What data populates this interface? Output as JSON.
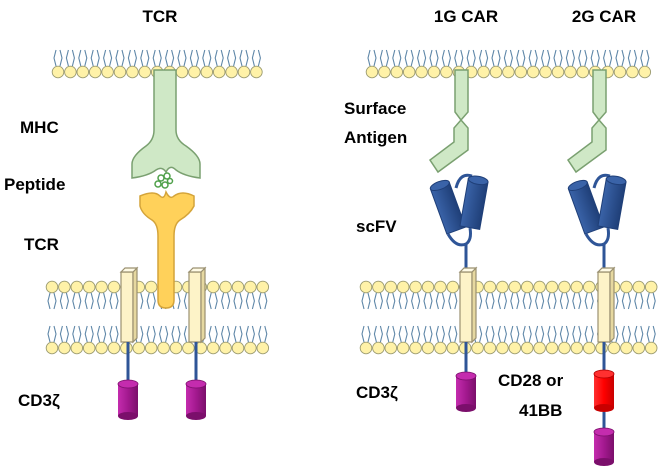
{
  "labels": {
    "tcr_title": "TCR",
    "car1_title": "1G CAR",
    "car2_title": "2G CAR",
    "mhc": "MHC",
    "peptide": "Peptide",
    "tcr_side": "TCR",
    "cd3_left": "CD3ζ",
    "surface_line1": "Surface",
    "surface_line2": "Antigen",
    "scfv": "scFV",
    "cd3_right": "CD3ζ",
    "cd28_line1": "CD28 or",
    "cd28_line2": "41BB"
  },
  "colors": {
    "lipid_head": "#fff2a8",
    "lipid_stroke": "#9a9a70",
    "lipid_tail": "#5f87a8",
    "mhc_green": "#cfe8c6",
    "mhc_stroke": "#7aa070",
    "tcr_yellow": "#ffd15a",
    "tcr_stroke": "#d4a43a",
    "transmembrane": "#fdf3c8",
    "tm_stroke": "#9a9070",
    "cd3_purple": "#a3198f",
    "costim_red": "#ff0000",
    "scfv_blue": "#2f5597",
    "linker_blue": "#2f5597"
  }
}
